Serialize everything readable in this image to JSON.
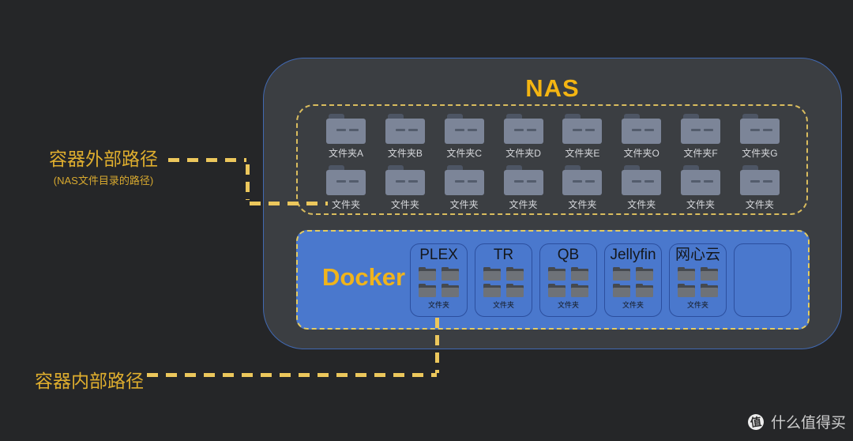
{
  "colors": {
    "background": "#252628",
    "nas_fill": "#3b3e42",
    "nas_border_blue": "#4169b2",
    "docker_blue": "#4a78cd",
    "container_border": "#2c4f9e",
    "accent_gold": "#f4b512",
    "dash_yellow": "#e3cb63",
    "connector_yellow": "#ecc75c",
    "nas_folder_body": "#7c8598",
    "docker_folder_body": "#6e7278"
  },
  "nas": {
    "title": "NAS",
    "external_folders": {
      "row1": [
        "文件夹A",
        "文件夹B",
        "文件夹C",
        "文件夹D",
        "文件夹E",
        "文件夹O",
        "文件夹F",
        "文件夹G"
      ],
      "row2": [
        "文件夹",
        "文件夹",
        "文件夹",
        "文件夹",
        "文件夹",
        "文件夹",
        "文件夹",
        "文件夹"
      ]
    }
  },
  "docker": {
    "title": "Docker",
    "containers": [
      {
        "name": "PLEX",
        "folder_label": "文件夹",
        "empty": false
      },
      {
        "name": "TR",
        "folder_label": "文件夹",
        "empty": false
      },
      {
        "name": "QB",
        "folder_label": "文件夹",
        "empty": false
      },
      {
        "name": "Jellyfin",
        "folder_label": "文件夹",
        "empty": false
      },
      {
        "name": "网心云",
        "folder_label": "文件夹",
        "empty": false
      },
      {
        "name": "",
        "folder_label": "",
        "empty": true
      }
    ]
  },
  "annotations": {
    "external_path": {
      "title": "容器外部路径",
      "subtitle": "(NAS文件目录的路径)"
    },
    "internal_path": {
      "title": "容器内部路径"
    }
  },
  "watermark": {
    "logo_char": "值",
    "brand": "什么值得买"
  }
}
